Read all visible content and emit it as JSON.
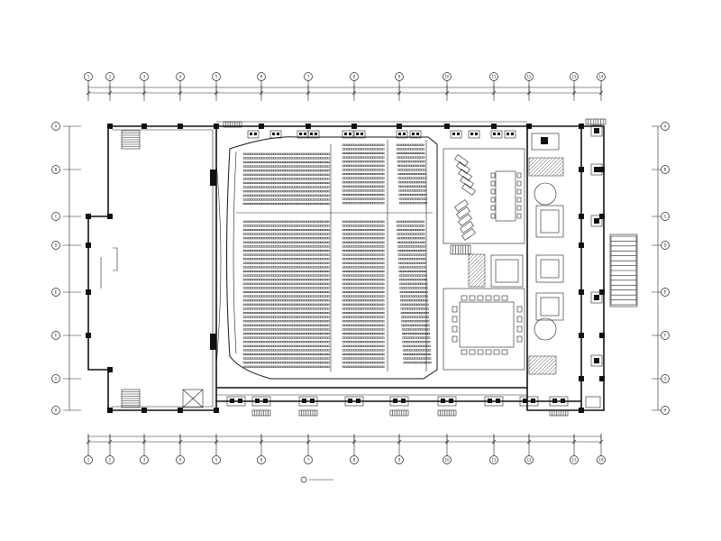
{
  "drawing": {
    "title_block": {
      "caption_marker": "",
      "caption_text": ""
    },
    "grid_columns": [
      "1",
      "2",
      "3",
      "4",
      "5",
      "6",
      "7",
      "8",
      "9",
      "10",
      "11",
      "12",
      "13",
      "14"
    ],
    "grid_rows": [
      "A",
      "B",
      "C",
      "D",
      "E",
      "F",
      "G",
      "H"
    ],
    "icons": {
      "north": "grid-bubble",
      "stair": "stair-icon",
      "door": "door-swing-icon"
    },
    "colors": {
      "line": "#111111",
      "background": "#ffffff"
    }
  }
}
